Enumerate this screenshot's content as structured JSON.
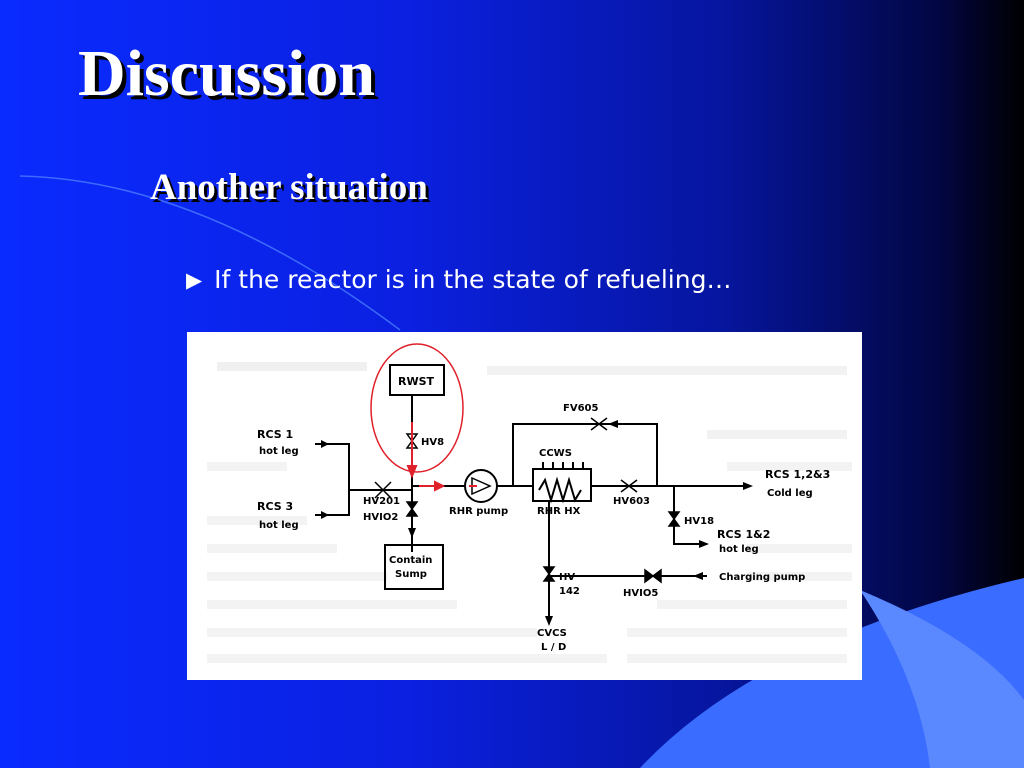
{
  "slide": {
    "title": "Discussion",
    "subtitle": "Another situation",
    "bullet_icon": "triangle-right",
    "bullet_glyph": "▶",
    "bullet_text": "If the reactor is in the state of refueling…"
  },
  "colors": {
    "background_left": "#0a2bff",
    "background_right": "#000000",
    "highlight_circle": "#e0202a",
    "flow_arrow": "#e0202a"
  },
  "diagram": {
    "rwst": "RWST",
    "hv8": "HV8",
    "rcs1": "RCS 1",
    "rcs1_sub": "hot leg",
    "rcs3": "RCS 3",
    "rcs3_sub": "hot leg",
    "hv201": "HV201",
    "hv102": "HVIO2",
    "contain": "Contain",
    "sump": "Sump",
    "rhr_pump": "RHR pump",
    "ccws": "CCWS",
    "rhr_hx": "RHR HX",
    "fv605": "FV605",
    "hv603": "HV603",
    "rcs123": "RCS 1,2&3",
    "cold_leg": "Cold leg",
    "hv18": "HV18",
    "rcs12": "RCS 1&2",
    "rcs12_sub": "hot leg",
    "hv142_a": "HV",
    "hv142_b": "142",
    "charging_pump": "Charging pump",
    "hv105": "HVIO5",
    "cvcs": "CVCS",
    "cvcs_sub": "L / D"
  }
}
